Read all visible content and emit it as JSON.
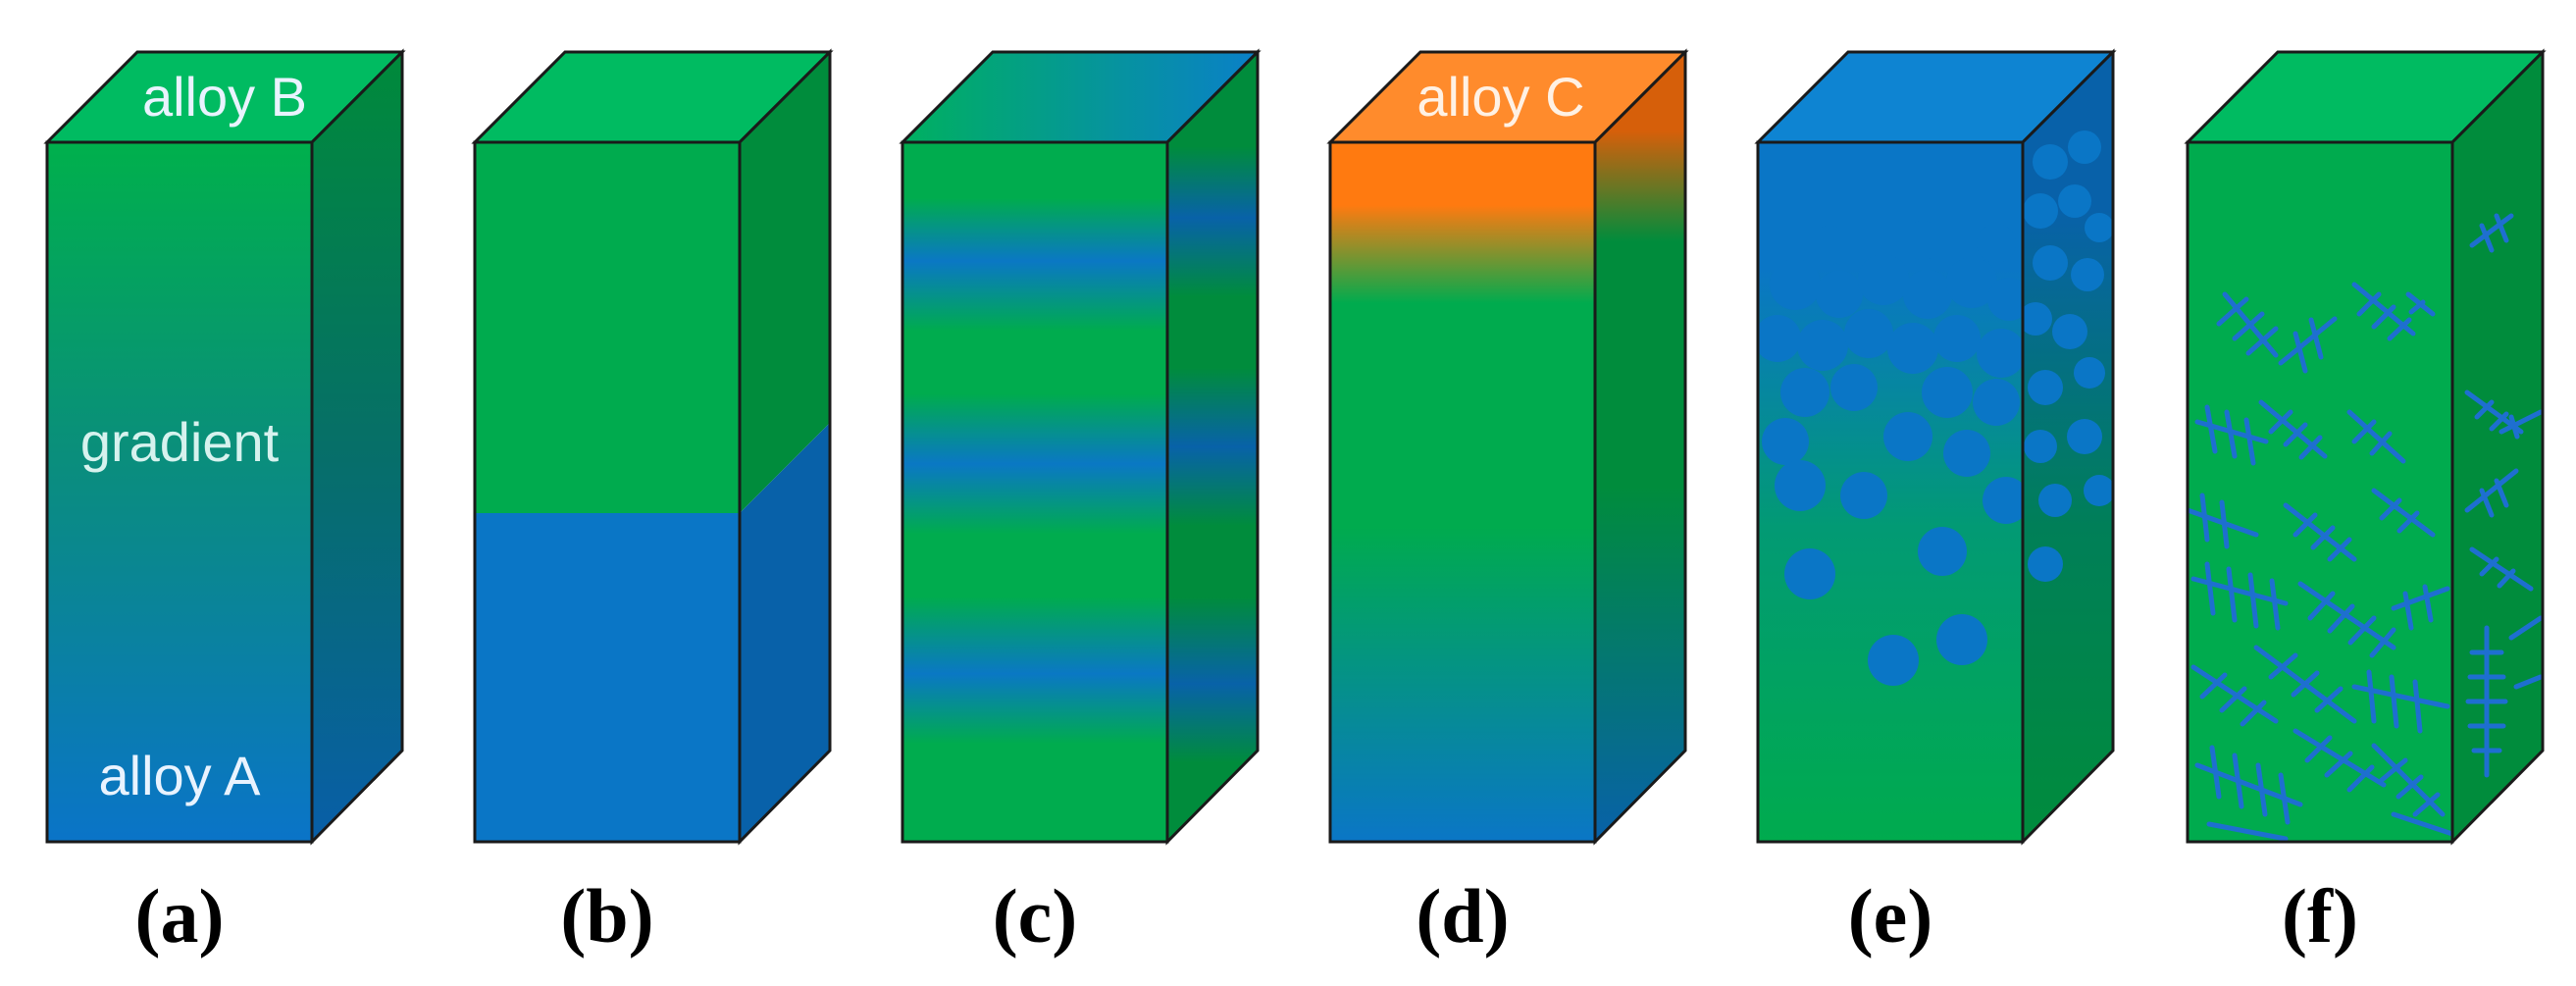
{
  "colors": {
    "green": "#00ab4e",
    "green_top": "#00bb61",
    "green_side": "#008c3c",
    "blue": "#0a76c6",
    "blue_top": "#0e84d2",
    "blue_side": "#0861a9",
    "orange": "#ff7a10",
    "orange_top": "#ff8b2c",
    "orange_side": "#d55f0a",
    "outline": "#1a1a1a",
    "text_light": "#e9f3ff"
  },
  "blocks": [
    {
      "id": "a",
      "label": "(a)",
      "pattern": "gradient",
      "top_text": "alloy B",
      "mid_text": "gradient",
      "bottom_text": "alloy A"
    },
    {
      "id": "b",
      "label": "(b)",
      "pattern": "bilayer"
    },
    {
      "id": "c",
      "label": "(c)",
      "pattern": "stripes"
    },
    {
      "id": "d",
      "label": "(d)",
      "pattern": "three-alloy",
      "top_text": "alloy C"
    },
    {
      "id": "e",
      "label": "(e)",
      "pattern": "particles"
    },
    {
      "id": "f",
      "label": "(f)",
      "pattern": "dendrites"
    }
  ]
}
